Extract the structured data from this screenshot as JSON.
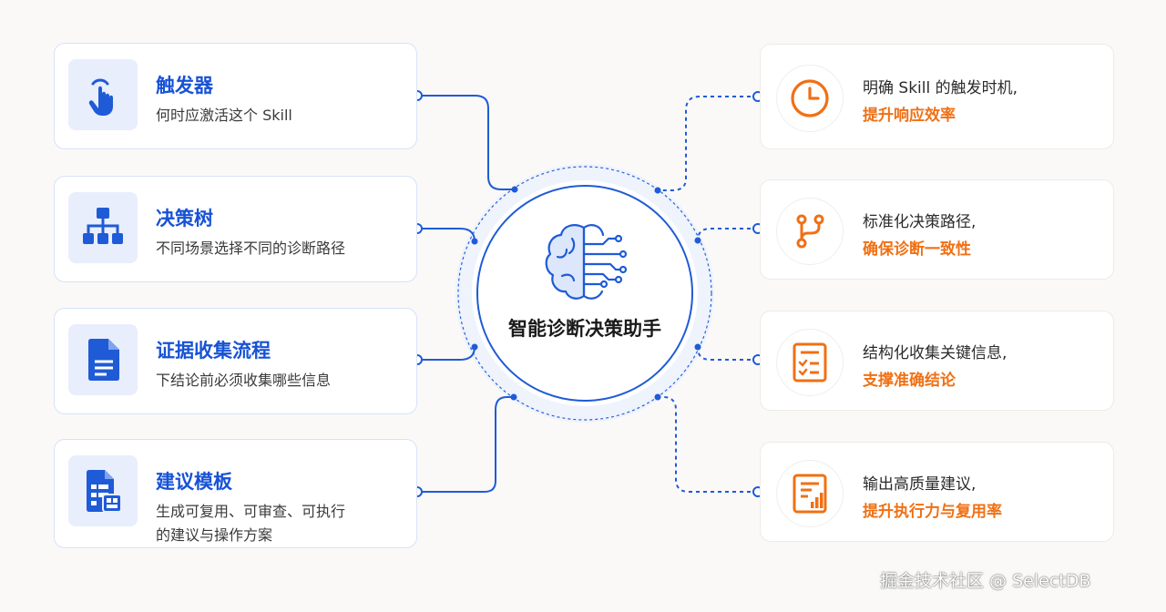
{
  "center": {
    "title": "智能诊断决策助手"
  },
  "left_cards": [
    {
      "icon": "pointer-hand-icon",
      "title": "触发器",
      "desc": [
        "何时应激活这个 Skill"
      ]
    },
    {
      "icon": "decision-tree-icon",
      "title": "决策树",
      "desc": [
        "不同场景选择不同的诊断路径"
      ]
    },
    {
      "icon": "document-icon",
      "title": "证据收集流程",
      "desc": [
        "下结论前必须收集哪些信息"
      ]
    },
    {
      "icon": "template-icon",
      "title": "建议模板",
      "desc": [
        "生成可复用、可审查、可执行",
        "的建议与操作方案"
      ]
    }
  ],
  "right_cards": [
    {
      "icon": "clock-icon",
      "line1": "明确 Skill 的触发时机,",
      "line2": "提升响应效率"
    },
    {
      "icon": "branch-path-icon",
      "line1": "标准化决策路径,",
      "line2": "确保诊断一致性"
    },
    {
      "icon": "checklist-icon",
      "line1": "结构化收集关键信息,",
      "line2": "支撑准确结论"
    },
    {
      "icon": "report-chart-icon",
      "line1": "输出高质量建议,",
      "line2": "提升执行力与复用率"
    }
  ],
  "watermark": "掘金技术社区 @ SelectDB",
  "colors": {
    "blue": "#1752d6",
    "orange": "#f07014",
    "icon_bg": "#e8eefb",
    "background": "#faf9f7"
  }
}
